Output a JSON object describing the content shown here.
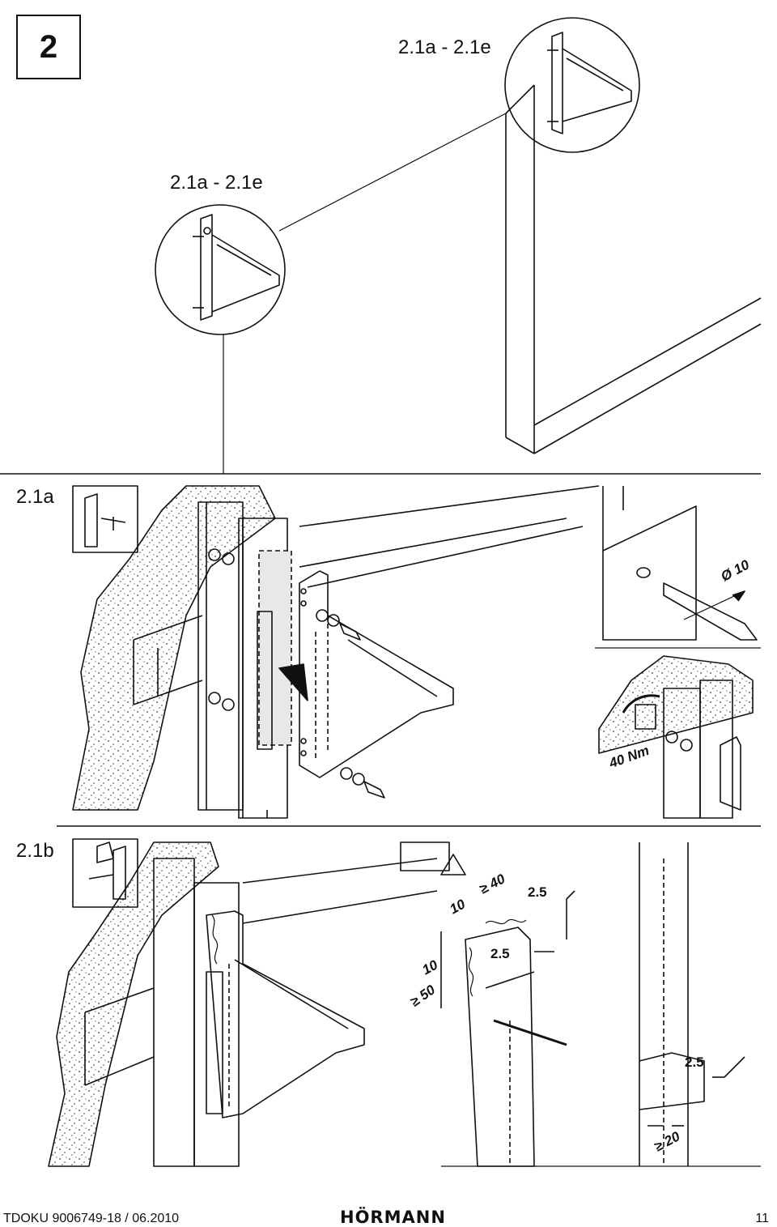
{
  "step": {
    "number": "2"
  },
  "overview": {
    "range_top": "2.1a - 2.1e",
    "range_left": "2.1a - 2.1e"
  },
  "section_a": {
    "label": "2.1a",
    "drill_diameter": "Ø 10",
    "torque": "40 Nm"
  },
  "section_b": {
    "label": "2.1b",
    "dim_min40": "≥ 40",
    "dim_10_top": "10",
    "dim_10_side": "10",
    "dim_min50": "≥ 50",
    "weld_1": "2.5",
    "weld_2": "2.5",
    "weld_3": "2.5",
    "dim_min20": "≥ 20"
  },
  "footer": {
    "doc_ref": "TDOKU 9006749-18 / 06.2010",
    "brand": "HÖRMANN",
    "page": "11"
  }
}
